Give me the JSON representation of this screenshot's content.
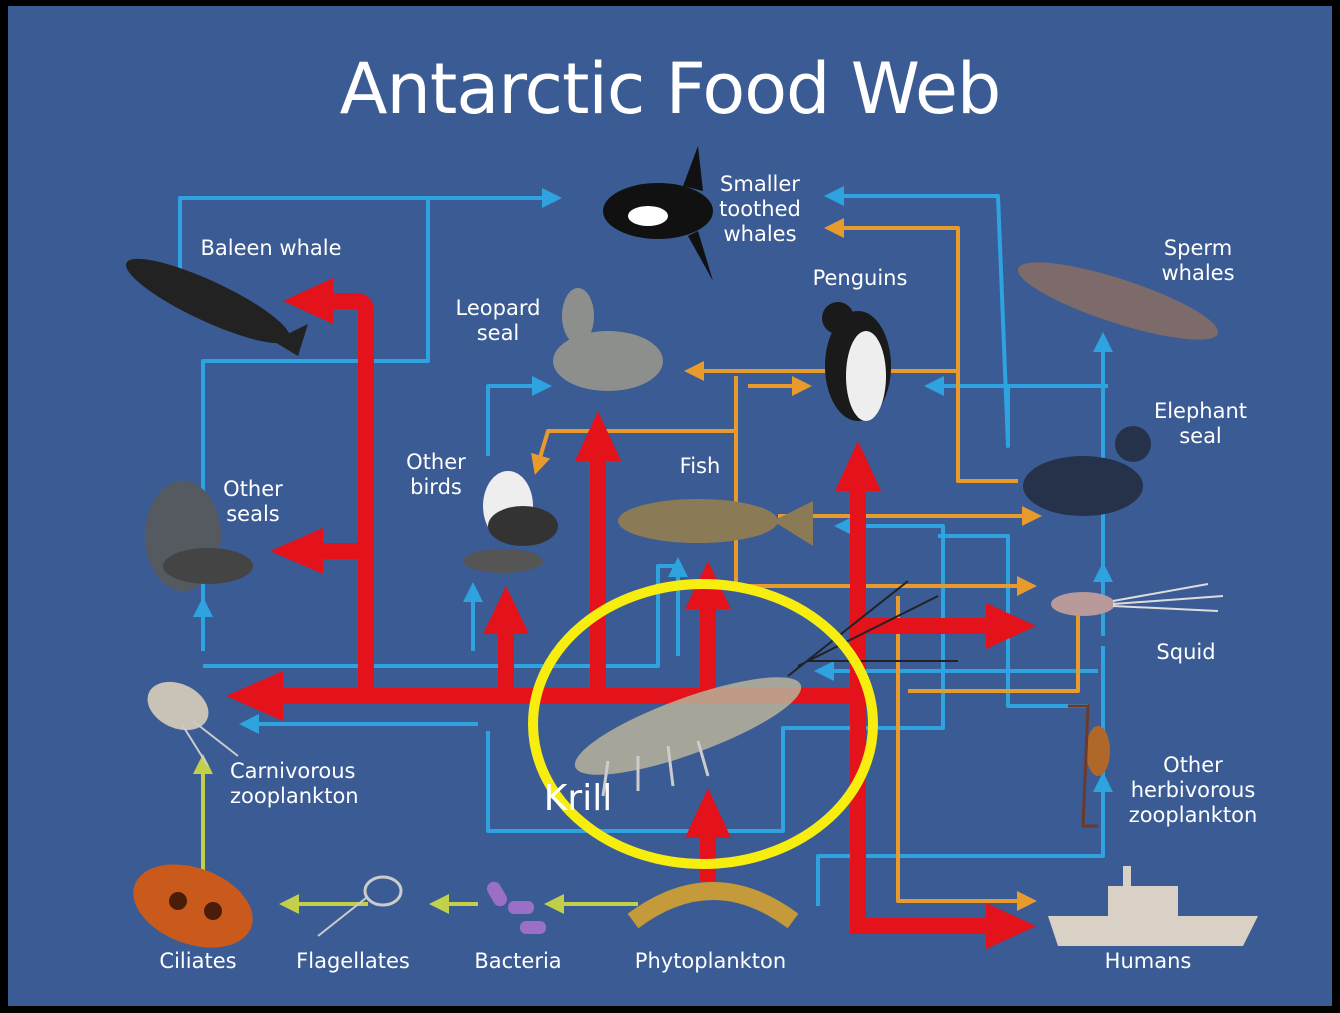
{
  "title": "Antarctic Food Web",
  "labels": {
    "smaller_toothed_whales": "Smaller\ntoothed\nwhales",
    "baleen_whale": "Baleen whale",
    "sperm_whales": "Sperm\nwhales",
    "penguins": "Penguins",
    "leopard_seal": "Leopard\nseal",
    "elephant_seal": "Elephant\nseal",
    "other_birds": "Other\nbirds",
    "fish": "Fish",
    "other_seals": "Other\nseals",
    "squid": "Squid",
    "carnivorous_zooplankton": "Carnivorous\nzooplankton",
    "krill": "Krill",
    "other_herbivorous_zooplankton": "Other\nherbivorous\nzooplankton",
    "ciliates": "Ciliates",
    "flagellates": "Flagellates",
    "bacteria": "Bacteria",
    "phytoplankton": "Phytoplankton",
    "humans": "Humans"
  },
  "colors": {
    "background": "#3b5b94",
    "krill_links": "#e3121b",
    "fish_links": "#e89a2c",
    "other_links": "#2ea3df",
    "microbial_links": "#c2cf4a",
    "highlight_circle": "#f7ee10"
  },
  "highlight": "krill"
}
